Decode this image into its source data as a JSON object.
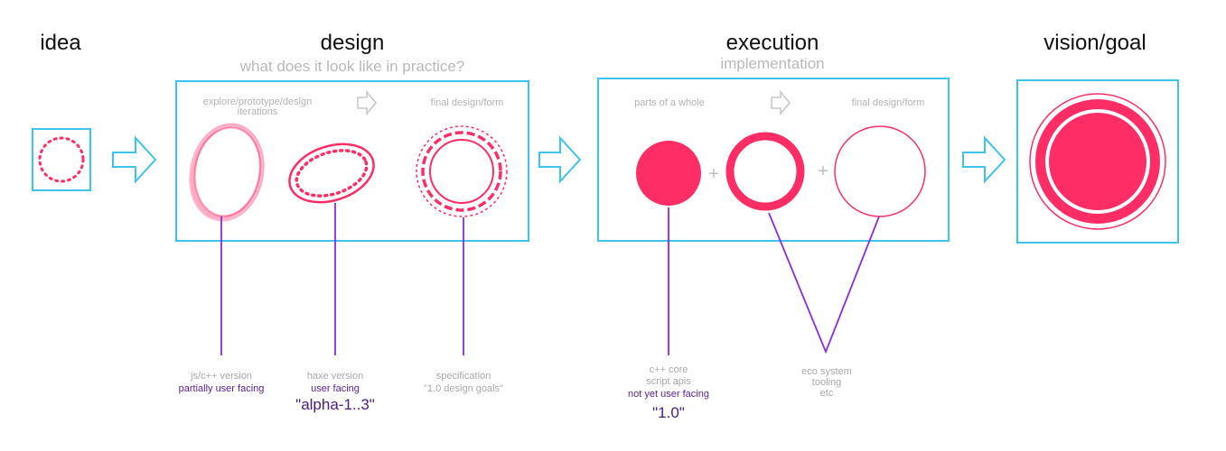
{
  "stages": {
    "idea": {
      "title": "idea"
    },
    "design": {
      "title": "design",
      "subtitle": "what does it look like in practice?",
      "left_label_1": "explore/prototype/design",
      "left_label_2": "iterations",
      "right_label": "final design/form"
    },
    "execution": {
      "title": "execution",
      "subtitle": "implementation",
      "left_label": "parts of a whole",
      "right_label": "final design/form",
      "plus": "+"
    },
    "vision": {
      "title": "vision/goal"
    }
  },
  "captions": {
    "js": {
      "line1": "js/c++ version",
      "line2": "partially user facing"
    },
    "haxe": {
      "line1": "haxe version",
      "line2": "user facing",
      "version": "\"alpha-1..3\""
    },
    "spec": {
      "line1": "specification",
      "line2": "\"1.0 design goals\""
    },
    "core": {
      "line1": "c++ core",
      "line2": "script apis",
      "line3": "not yet user facing",
      "version": "\"1.0\""
    },
    "eco": {
      "line1": "eco system",
      "line2": "tooling",
      "line3": "etc"
    }
  },
  "colors": {
    "frame": "#3cc3ee",
    "accent": "#ff2d65",
    "soft_accent": "#ff8fb0",
    "connector": "#8a2be2",
    "muted_text": "#b3b3b3",
    "dark_purple": "#4a1a80"
  }
}
